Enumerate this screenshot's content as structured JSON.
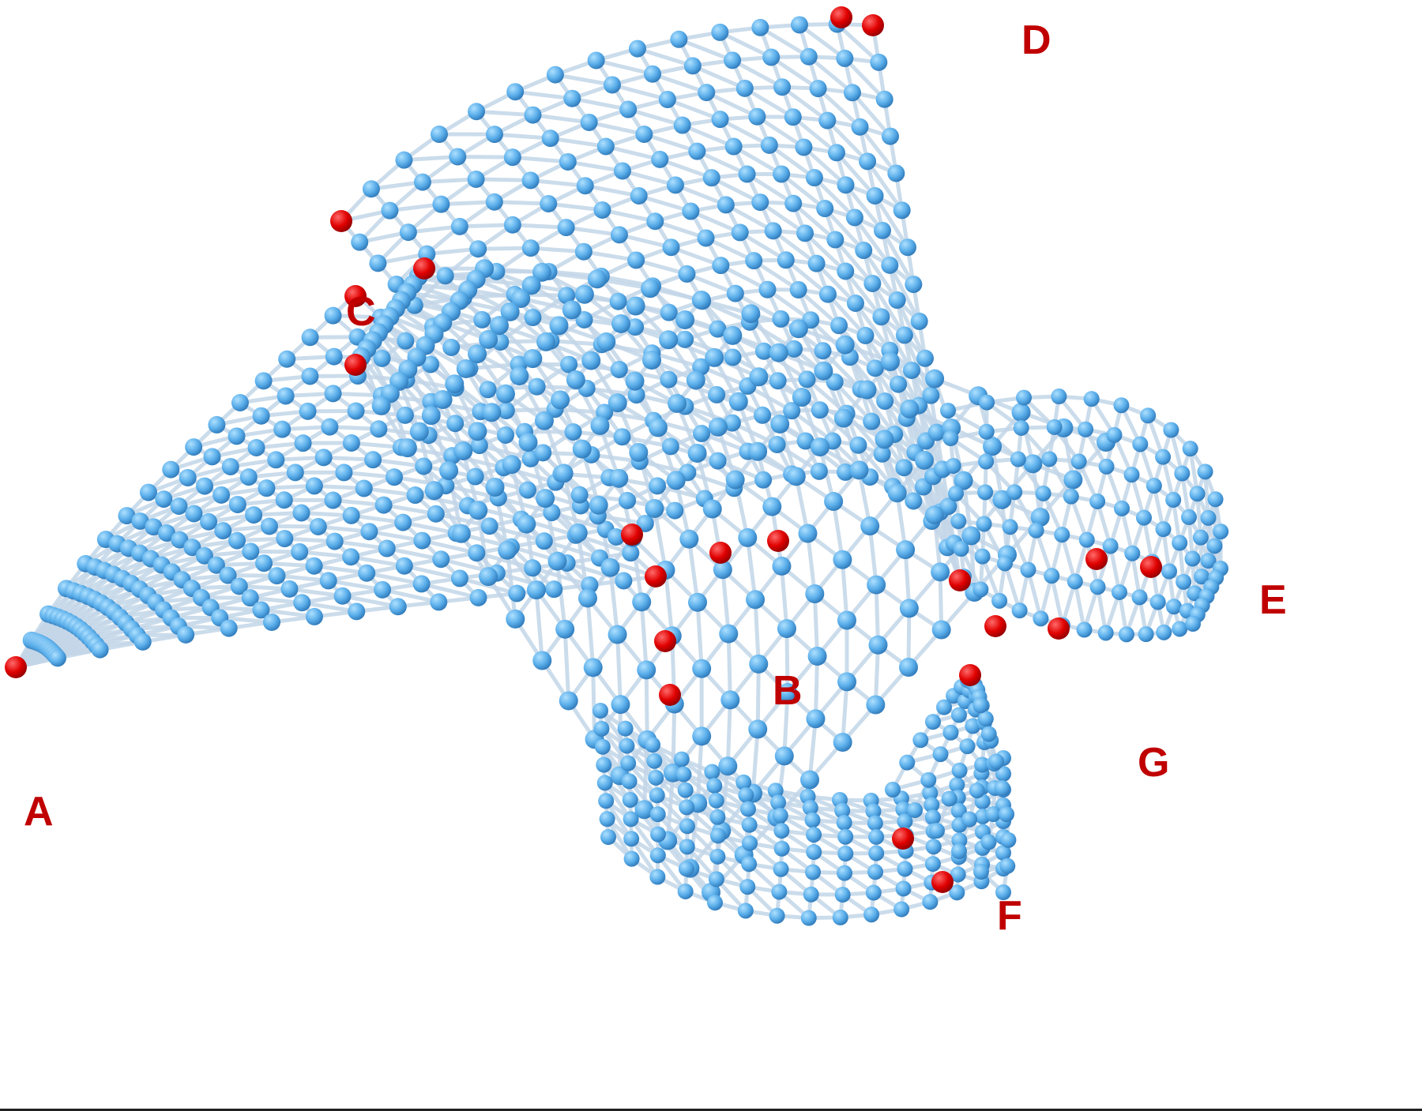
{
  "figure": {
    "labels": [
      "A",
      "B",
      "C",
      "D",
      "E",
      "F",
      "G"
    ]
  },
  "colors": {
    "node": "#5aaeea",
    "node_highlight": "#aee0ff",
    "node_shadow": "#2a73b4",
    "marked_node": "#e00000",
    "marked_node_highlight": "#ff6a6a",
    "marked_node_shadow": "#8a0000",
    "edge": "#c3d6e8",
    "label": "#c00000"
  },
  "icons": {
    "node": "sphere",
    "edge": "arrow"
  }
}
